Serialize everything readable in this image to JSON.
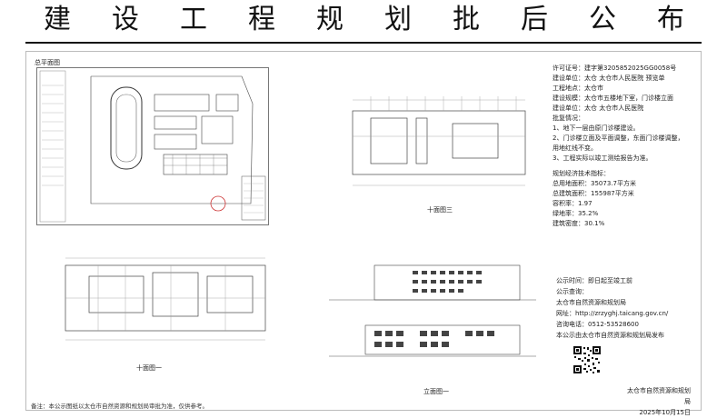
{
  "title": {
    "chars": [
      "建",
      "设",
      "工",
      "程",
      "规",
      "划",
      "批",
      "后",
      "公",
      "布"
    ]
  },
  "site_plan": {
    "label": "总平面图"
  },
  "drawings": {
    "floor_plan_top_label": "十面图三",
    "floor_plan_bottom_label": "十面图一",
    "elevation_label": "立面图一"
  },
  "info": {
    "lines": [
      "许可证号：建字第3205852025GG0058号",
      "建设单位：太仓 太仓市人民医院 预览单",
      "工程地点：太仓市",
      "建设规模：太仓市五楼地下室，门诊楼立面",
      "建设单位：太仓 太仓市人民医院",
      "批复情况：",
      "1、地下一层由原门诊楼建设。",
      "2、门诊楼立面及平面调整，东面门诊楼调整，",
      "用地红线不变。",
      "3、工程实际以竣工测绘报告为准。"
    ],
    "indicators_title": "规划经济技术指标：",
    "indicators": [
      "总用地面积：35073.7平方米",
      "总建筑面积：155987平方米",
      "容积率：1.97",
      "绿地率：35.2%",
      "建筑密度：30.1%"
    ]
  },
  "contact": {
    "lines": [
      "公示时间：即日起至竣工前",
      "公示查询：",
      "太仓市自然资源和规划局",
      "网址：http://zrzyghj.taicang.gov.cn/",
      "咨询电话：0512-53528600",
      "本公示由太仓市自然资源和规划局发布"
    ]
  },
  "footer_note": "备注：本公示图纸以太仓市自然资源和规划局审批为准，仅供参考。",
  "issuer": {
    "name": "太仓市自然资源和规划局",
    "date": "2025年10月15日"
  }
}
